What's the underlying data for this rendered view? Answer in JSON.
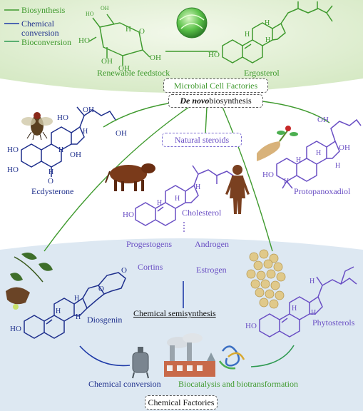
{
  "legend": {
    "biosynthesis": "Biosynthesis",
    "chemical_conversion_line1": "Chemical",
    "chemical_conversion_line2": "conversion",
    "bioconversion": "Bioconversion",
    "colors": {
      "biosynthesis": "#3f9a2e",
      "chemical": "#1e3aa8",
      "bioconversion": "#2f9a52"
    }
  },
  "top": {
    "renewable_feedstock": "Renewable feedstock",
    "ergosterol": "Ergosterol",
    "microbial_cell_factories": "Microbial Cell Factories",
    "de_novo_italic": "De novo",
    "biosynthesis": " biosynthesis"
  },
  "middle": {
    "ecdysterone": "Ecdysterone",
    "natural_steroids": "Natural steroids",
    "cholesterol": "Cholesterol",
    "protopanoxadiol": "Protopanoxadiol",
    "progestogens": "Progestogens",
    "androgen": "Androgen",
    "cortins": "Cortins",
    "estrogen": "Estrogen"
  },
  "bottom": {
    "diosgenin": "Diosgenin",
    "chemical_semisynthesis": "Chemical semisynthesis",
    "phytosterols": "Phytosterols",
    "chemical_conversion": "Chemical conversion",
    "biocatalysis": "Biocatalysis and biotransformation",
    "chemical_factories": "Chemical Factories"
  },
  "atom_labels": {
    "oh": "OH",
    "ho": "HO",
    "h": "H",
    "o": "O"
  },
  "icons": [
    "fly-icon",
    "cow-icon",
    "human-icon",
    "ginseng-icon",
    "yam-plant-icon",
    "soybeans-icon",
    "reactor-icon",
    "factory-icon",
    "enzyme-icon",
    "cell-sphere-icon"
  ]
}
